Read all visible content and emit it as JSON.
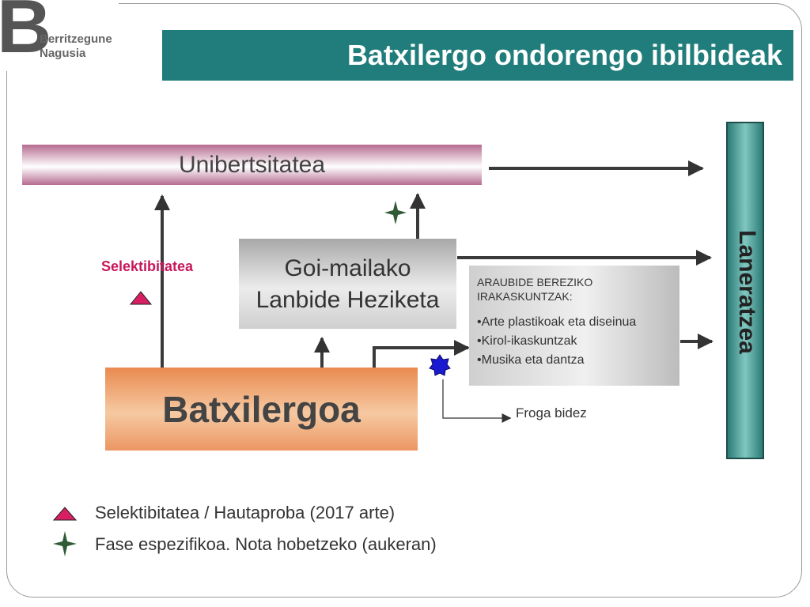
{
  "logo": {
    "letter": "B",
    "line1": "Berritzegune",
    "line2": "Nagusia"
  },
  "title": "Batxilergo ondorengo ibilbideak",
  "nodes": {
    "universitatea": "Unibertsitatea",
    "goi_line1": "Goi-mailako",
    "goi_line2": "Lanbide Heziketa",
    "batxilergoa": "Batxilergoa",
    "laneratzea": "Laneratzea",
    "araubide_title_1": "ARAUBIDE BEREZIKO",
    "araubide_title_2": "IRAKASKUNTZAK:",
    "araubide_items": [
      "Arte plastikoak eta diseinua",
      "Kirol-ikaskuntzak",
      "Musika eta dantza"
    ]
  },
  "labels": {
    "selektibitatea": "Selektibitatea",
    "froga": "Froga bidez"
  },
  "legend": [
    {
      "icon": "triangle-icon",
      "text": "Selektibitatea / Hautaproba (2017 arte)"
    },
    {
      "icon": "star-icon",
      "text": "Fase espezifikoa. Nota hobetzeko (aukeran)"
    }
  ],
  "colors": {
    "title_bg": "#217d7b",
    "triangle": "#d81f63",
    "star": "#2f5b36",
    "badge": "#1a1ad0",
    "selektibitatea_text": "#c8175a"
  }
}
